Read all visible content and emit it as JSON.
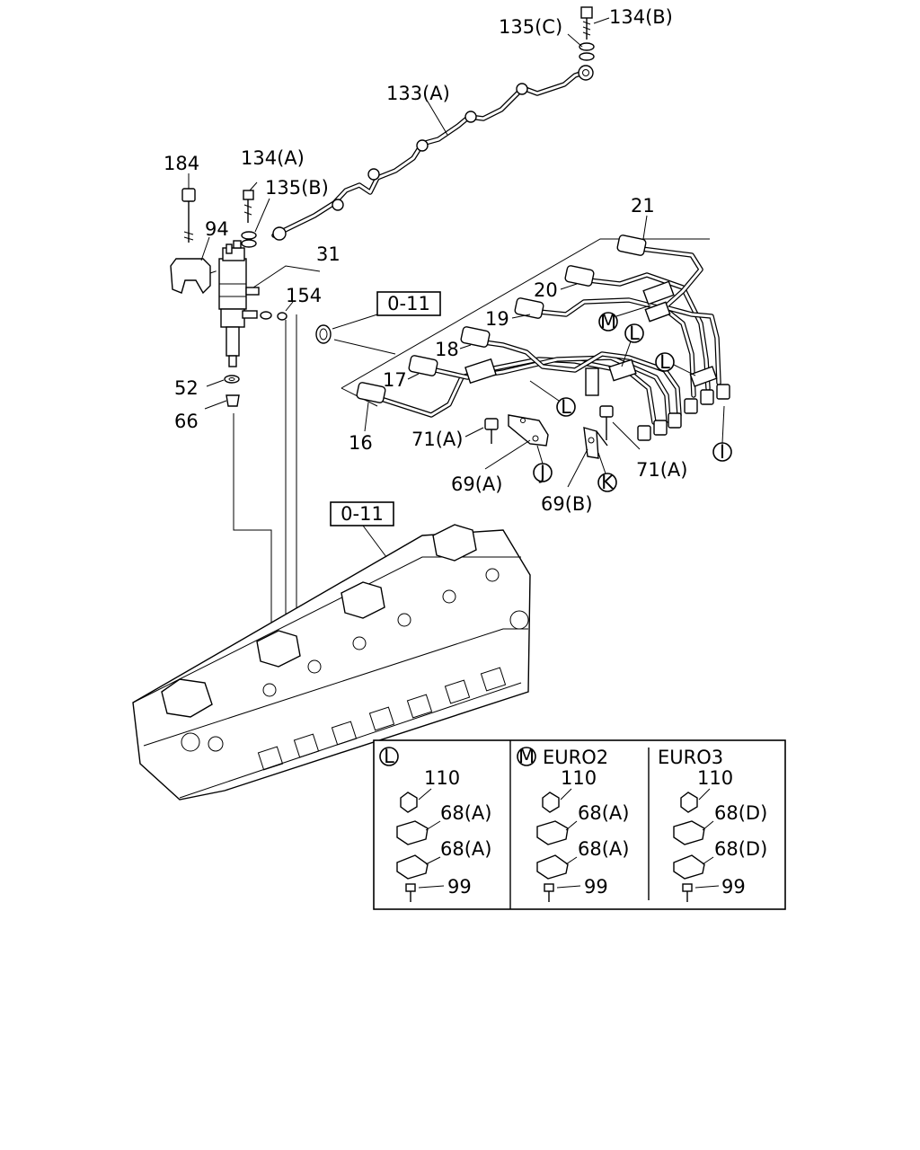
{
  "labels": {
    "p135c": "135(C)",
    "p134b": "134(B)",
    "p133a": "133(A)",
    "p184": "184",
    "p134a": "134(A)",
    "p135b": "135(B)",
    "p94": "94",
    "p31": "31",
    "p154": "154",
    "ref_top": "0-11",
    "p21": "21",
    "p20": "20",
    "p19": "19",
    "p18": "18",
    "p17": "17",
    "p16": "16",
    "p52": "52",
    "p66": "66",
    "p71a_left": "71(A)",
    "p69a": "69(A)",
    "p69b": "69(B)",
    "p71a_right": "71(A)",
    "ref_bottom": "0-11",
    "callout_m": "M",
    "callout_l1": "L",
    "callout_l2": "L",
    "callout_l3": "L",
    "callout_j": "J",
    "callout_k": "K",
    "callout_i": "I"
  },
  "legend": {
    "panels": [
      {
        "marker": "L",
        "title": "",
        "items": [
          "110",
          "68(A)",
          "68(A)",
          "99"
        ]
      },
      {
        "marker": "M",
        "title": "EURO2",
        "items": [
          "110",
          "68(A)",
          "68(A)",
          "99"
        ]
      },
      {
        "marker": "",
        "title": "EURO3",
        "items": [
          "110",
          "68(D)",
          "68(D)",
          "99"
        ]
      }
    ]
  }
}
